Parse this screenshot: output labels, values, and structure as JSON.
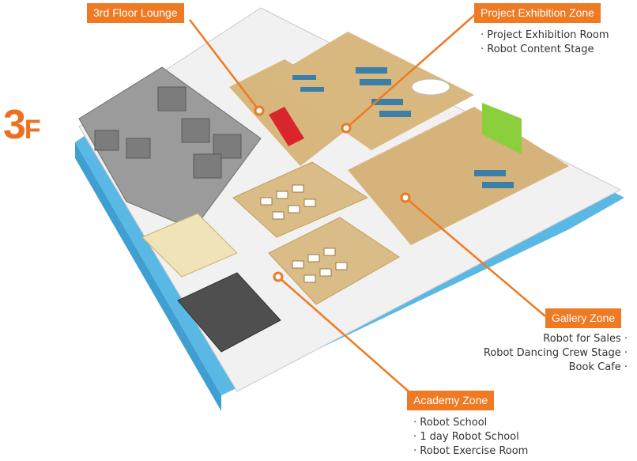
{
  "floor": {
    "number": "3",
    "letter": "F"
  },
  "colors": {
    "accent": "#ee7a23",
    "base": "#5ab8e4",
    "floor_wood": "#d8b77f"
  },
  "zones": [
    {
      "name": "3rd Floor Lounge",
      "items": []
    },
    {
      "name": "Project Exhibition Zone",
      "items": [
        "· Project Exhibition Room",
        "· Robot Content Stage"
      ]
    },
    {
      "name": "Gallery Zone",
      "items": [
        "Robot for Sales ·",
        "Robot Dancing Crew Stage ·",
        "Book Cafe ·"
      ]
    },
    {
      "name": "Academy Zone",
      "items": [
        "· Robot School",
        "· 1 day Robot School",
        "· Robot Exercise Room"
      ]
    }
  ]
}
